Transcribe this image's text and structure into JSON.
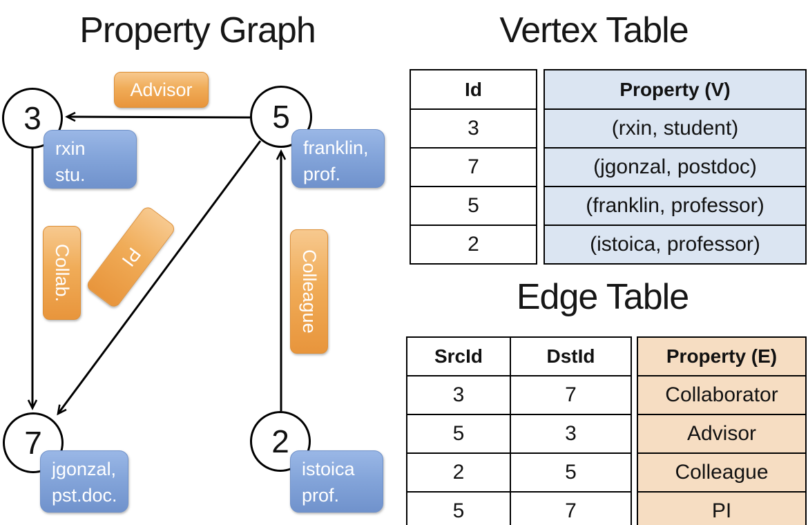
{
  "graph": {
    "title": "Property Graph",
    "nodes": [
      {
        "id": "3"
      },
      {
        "id": "5"
      },
      {
        "id": "7"
      },
      {
        "id": "2"
      }
    ],
    "edge_labels": {
      "advisor": "Advisor",
      "collab": "Collab.",
      "pi": "PI",
      "colleague": "Colleague"
    },
    "node_properties": {
      "rxin": {
        "line1": "rxin",
        "line2": "stu."
      },
      "franklin": {
        "line1": "franklin,",
        "line2": "prof."
      },
      "jgonzal": {
        "line1": "jgonzal,",
        "line2": "pst.doc."
      },
      "istoica": {
        "line1": "istoica",
        "line2": "prof."
      }
    }
  },
  "vertex_table": {
    "title": "Vertex Table",
    "columns": {
      "id": "Id",
      "property": "Property (V)"
    },
    "rows": [
      {
        "id": "3",
        "property": "(rxin, student)"
      },
      {
        "id": "7",
        "property": "(jgonzal, postdoc)"
      },
      {
        "id": "5",
        "property": "(franklin, professor)"
      },
      {
        "id": "2",
        "property": "(istoica, professor)"
      }
    ]
  },
  "edge_table": {
    "title": "Edge Table",
    "columns": {
      "src": "SrcId",
      "dst": "DstId",
      "property": "Property (E)"
    },
    "rows": [
      {
        "src": "3",
        "dst": "7",
        "property": "Collaborator"
      },
      {
        "src": "5",
        "dst": "3",
        "property": "Advisor"
      },
      {
        "src": "2",
        "dst": "5",
        "property": "Colleague"
      },
      {
        "src": "5",
        "dst": "7",
        "property": "PI"
      }
    ]
  },
  "colors": {
    "vertex_fill": "#dbe5f2",
    "edge_fill": "#f6ddc2",
    "orange_box_top": "#f7c98f",
    "orange_box_bottom": "#e8953c",
    "blue_box_top": "#9ab7e6",
    "blue_box_bottom": "#7092cc",
    "line": "#000000"
  }
}
